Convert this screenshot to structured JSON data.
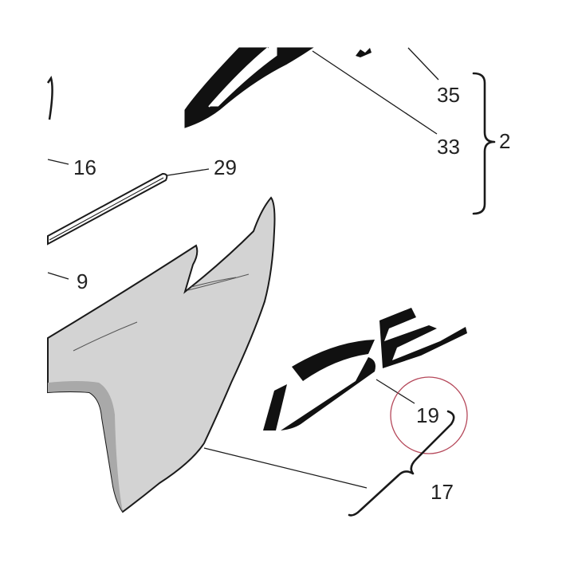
{
  "labels": {
    "p35": "35",
    "p33": "33",
    "p2": "2",
    "p16": "16",
    "p29": "29",
    "p9": "9",
    "p19": "19",
    "p17": "17"
  },
  "colors": {
    "stroke": "#1a1a1a",
    "panel_fill": "#d3d3d3",
    "panel_shadow": "#a9a9a9",
    "decal_fill": "#111111",
    "highlight_circle": "#b5485a"
  }
}
